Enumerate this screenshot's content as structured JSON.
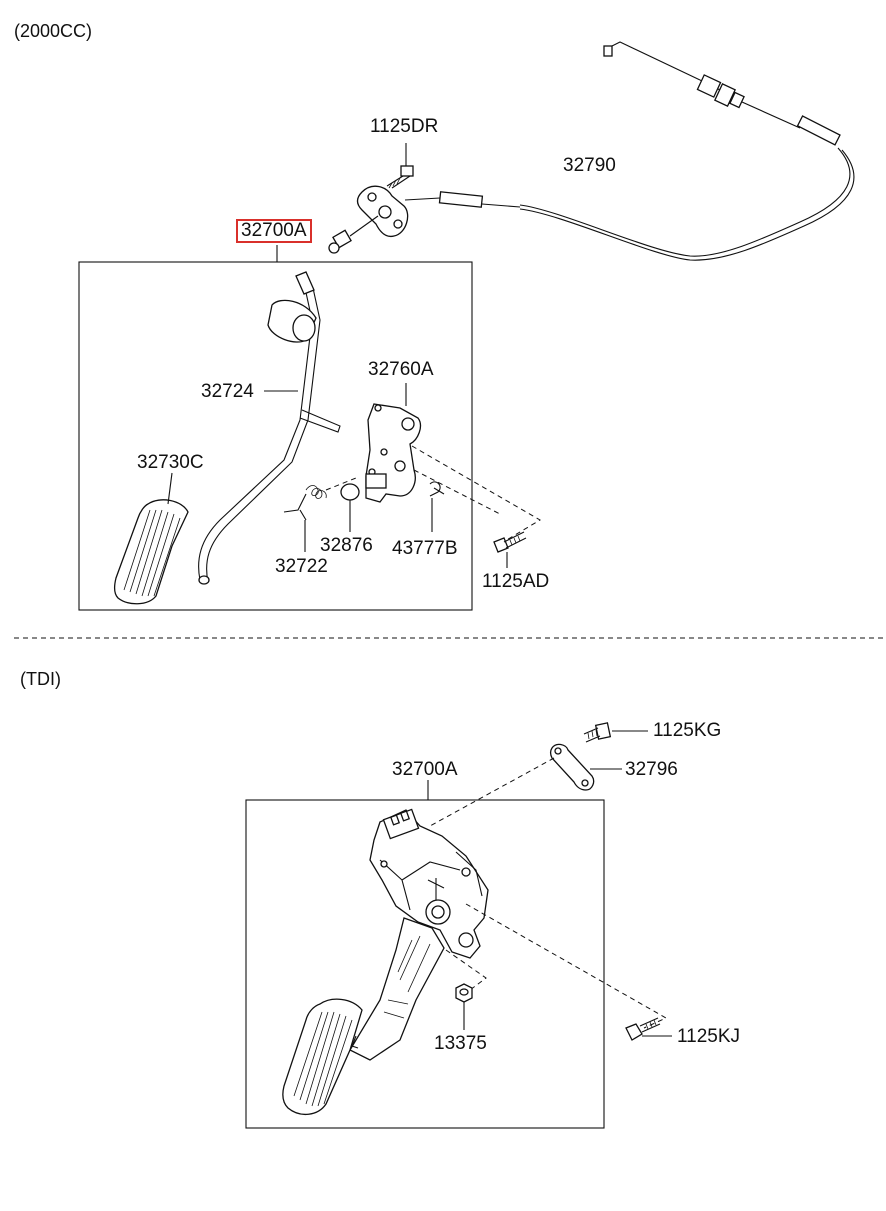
{
  "sections": [
    {
      "title": "(2000CC)",
      "labels": {
        "p_1125DR": "1125DR",
        "p_32790": "32790",
        "p_32700A": "32700A",
        "p_32724": "32724",
        "p_32760A": "32760A",
        "p_32730C": "32730C",
        "p_32876": "32876",
        "p_43777B": "43777B",
        "p_32722": "32722",
        "p_1125AD": "1125AD"
      },
      "highlighted": "32700A",
      "highlight_color": "#d9302b"
    },
    {
      "title": "(TDI)",
      "labels": {
        "p_1125KG": "1125KG",
        "p_32700A": "32700A",
        "p_32796": "32796",
        "p_13375": "13375",
        "p_1125KJ": "1125KJ"
      }
    }
  ]
}
